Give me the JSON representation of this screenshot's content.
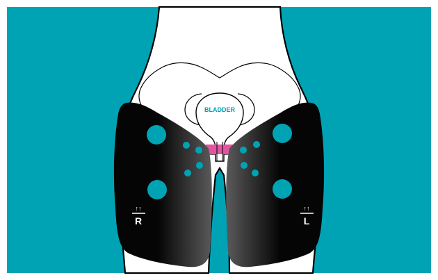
{
  "colors": {
    "background": "#00A3B4",
    "frame": "#FFFFFF",
    "body_fill": "#FFFFFF",
    "outline": "#000000",
    "pad_dark": "#050505",
    "pad_light": "#5A5A5A",
    "electrode": "#00A3B4",
    "urethra": "#E0559E",
    "label_text": "#FFFFFF",
    "bladder_text": "#00A3B4"
  },
  "labels": {
    "bladder": "BLADDER",
    "right_pad": "R",
    "left_pad": "L",
    "orientation_arrows": "↑↑"
  },
  "icons": {
    "orientation": "up-arrows-icon"
  }
}
